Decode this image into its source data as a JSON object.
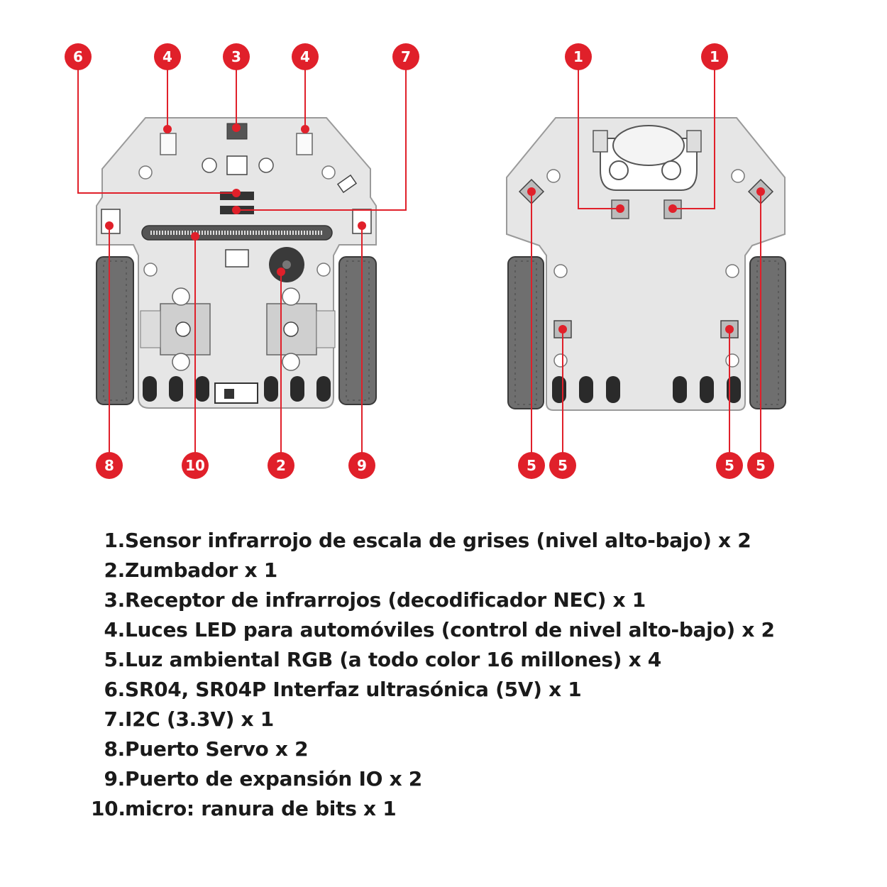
{
  "colors": {
    "callout": "#e0202a",
    "board": "#e6e6e6",
    "board_stroke": "#9a9a9a",
    "wheel": "#6f6f6f",
    "text": "#1a1a1a"
  },
  "front_callouts": {
    "c6": "6",
    "c4a": "4",
    "c3": "3",
    "c4b": "4",
    "c7": "7",
    "c8": "8",
    "c10": "10",
    "c2": "2",
    "c9": "9"
  },
  "back_callouts": {
    "c1a": "1",
    "c1b": "1",
    "c5a": "5",
    "c5b": "5",
    "c5c": "5",
    "c5d": "5"
  },
  "legend": [
    {
      "num": "1.",
      "text": "Sensor infrarrojo de escala de grises (nivel alto-bajo) x 2"
    },
    {
      "num": "2.",
      "text": "Zumbador x 1"
    },
    {
      "num": "3.",
      "text": "Receptor de infrarrojos (decodificador NEC) x 1"
    },
    {
      "num": "4.",
      "text": "Luces LED para automóviles (control de nivel alto-bajo) x 2"
    },
    {
      "num": "5.",
      "text": "Luz ambiental RGB (a todo color 16 millones) x 4"
    },
    {
      "num": "6.",
      "text": "SR04, SR04P Interfaz ultrasónica (5V) x 1"
    },
    {
      "num": "7.",
      "text": "I2C (3.3V) x 1"
    },
    {
      "num": "8.",
      "text": "Puerto Servo x 2"
    },
    {
      "num": "9.",
      "text": "Puerto de expansión IO x 2"
    },
    {
      "num": "10.",
      "text": "micro: ranura de bits x 1"
    }
  ]
}
